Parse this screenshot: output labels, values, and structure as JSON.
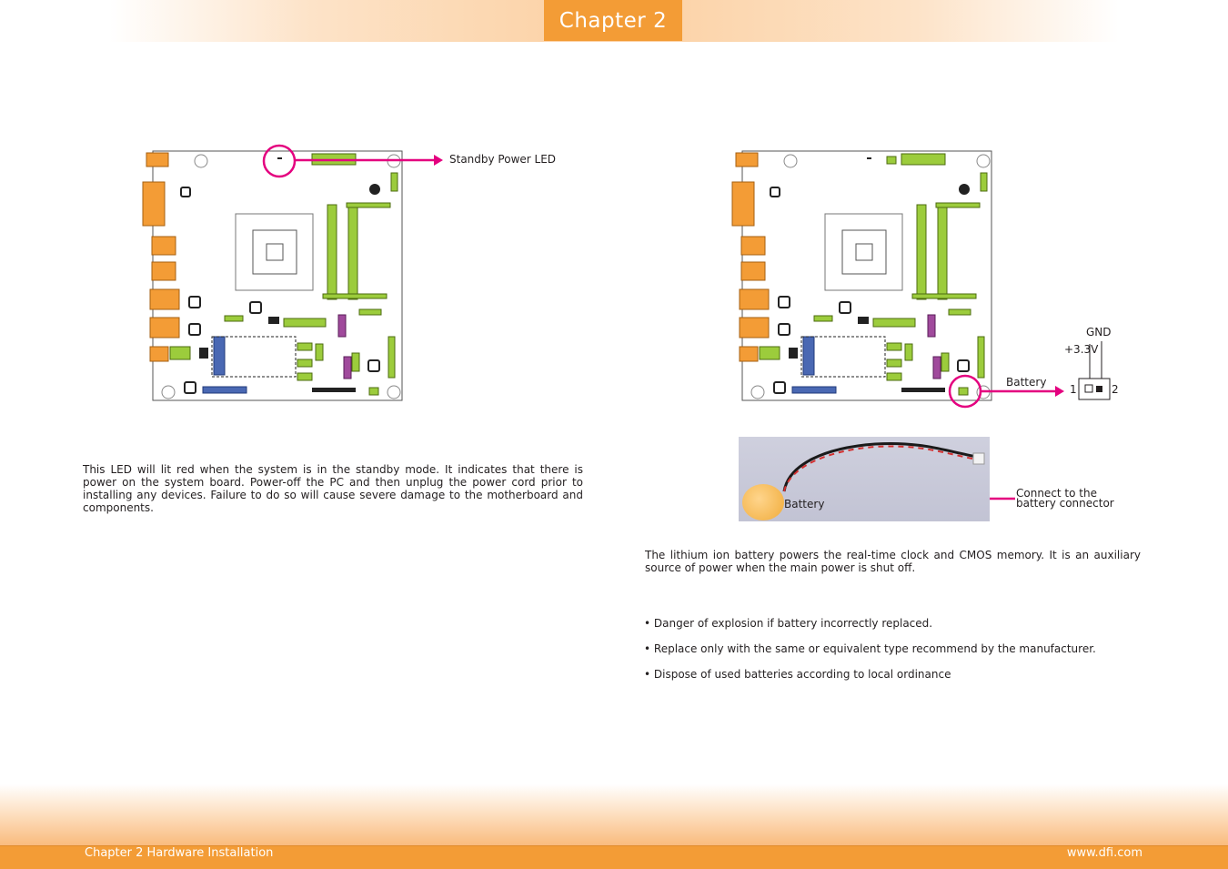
{
  "header": {
    "chapter_tab": "Chapter 2"
  },
  "left": {
    "callout_label": "Standby Power LED",
    "paragraph": "This LED will lit red when the system is in the standby mode. It indicates that there is power on the system board. Power-off the PC and then unplug the power cord prior to installing any devices. Failure to do so will cause severe damage to the motherboard and components."
  },
  "right": {
    "callout_label": "Battery",
    "pin_gnd": "GND",
    "pin_33v": "+3.3V",
    "pin_1": "1",
    "pin_2": "2",
    "photo_battery_label": "Battery",
    "connect_label_line1": "Connect to the",
    "connect_label_line2": "battery connector",
    "paragraph": "The lithium ion battery powers the real-time clock and CMOS memory. It is an auxiliary source of power when the main power is shut off.",
    "bullets": [
      "• Danger of explosion if battery incorrectly replaced.",
      "• Replace only with the same or equivalent type recommend by the manufacturer.",
      "• Dispose of used batteries according to local ordinance"
    ]
  },
  "footer": {
    "left_text": "Chapter 2 Hardware Installation",
    "right_text": "www.dfi.com"
  },
  "colors": {
    "accent_orange": "#f39c36",
    "callout_magenta": "#e4007f",
    "connector_green": "#9ccc3c",
    "slot_blue": "#4a68b3",
    "connector_purple": "#a04a9c"
  }
}
